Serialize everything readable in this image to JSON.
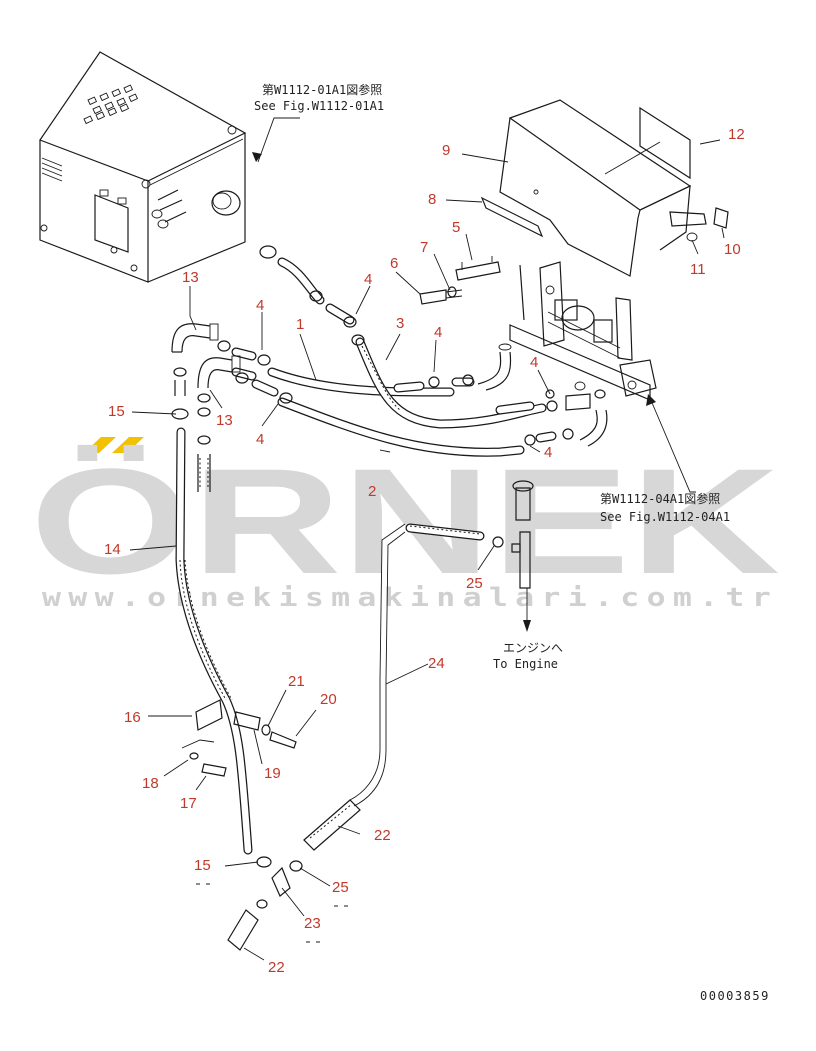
{
  "watermark": {
    "brand": "ÖRNEK",
    "url": "www.ornekismakinalari.com.tr",
    "accent_color": "#f2c200"
  },
  "references": {
    "top_jp": "第W1112-01A1図参照",
    "top_en": "See Fig.W1112-01A1",
    "right_jp": "第W1112-04A1図参照",
    "right_en": "See Fig.W1112-04A1",
    "engine_jp": "エンジンへ",
    "engine_en": "To Engine"
  },
  "drawing_number": "00003859",
  "part_labels": {
    "p1": "1",
    "p2": "2",
    "p3": "3",
    "p4a": "4",
    "p4b": "4",
    "p4c": "4",
    "p4d": "4",
    "p4e": "4",
    "p4f": "4",
    "p5": "5",
    "p6": "6",
    "p7": "7",
    "p8": "8",
    "p9": "9",
    "p10": "10",
    "p11": "11",
    "p12": "12",
    "p13a": "13",
    "p13b": "13",
    "p14": "14",
    "p15a": "15",
    "p15b": "15",
    "p16": "16",
    "p17": "17",
    "p18": "18",
    "p19": "19",
    "p20": "20",
    "p21": "21",
    "p22a": "22",
    "p22b": "22",
    "p23": "23",
    "p24": "24",
    "p25a": "25",
    "p25b": "25"
  },
  "colors": {
    "label": "#c0392b",
    "line": "#1a1a1a"
  }
}
